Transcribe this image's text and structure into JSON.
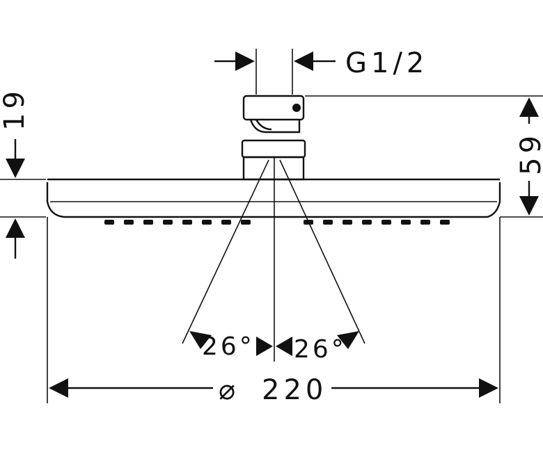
{
  "drawing": {
    "thread_label": "G1/2",
    "height_top_label": "19",
    "height_total_label": "59",
    "angle_left_label": "26°",
    "angle_right_label": "26°",
    "diameter_symbol": "⌀",
    "diameter_label": "220"
  }
}
